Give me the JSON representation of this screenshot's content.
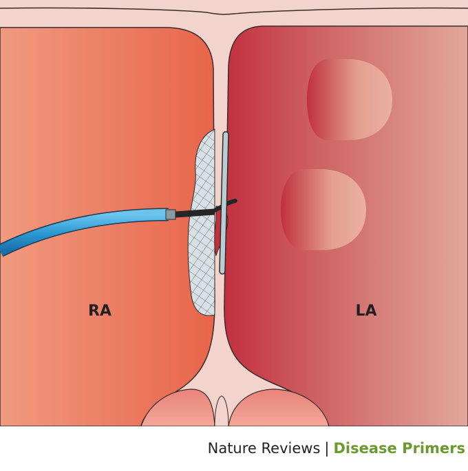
{
  "labels": {
    "right_atrium": "RA",
    "left_atrium": "LA"
  },
  "credit": {
    "journal": "Nature Reviews",
    "separator": "|",
    "series": "Disease Primers"
  },
  "colors": {
    "septum_tissue": "#f2d4cc",
    "tissue_outline": "#3a2a2a",
    "right_atrium": "#e8654a",
    "left_atrium": "#c23a44",
    "catheter": "#2d9ad4",
    "occluder_mesh": "#d8e2e6",
    "occluder_disc": "#b9cdd3",
    "series_green": "#6a9a2e"
  }
}
